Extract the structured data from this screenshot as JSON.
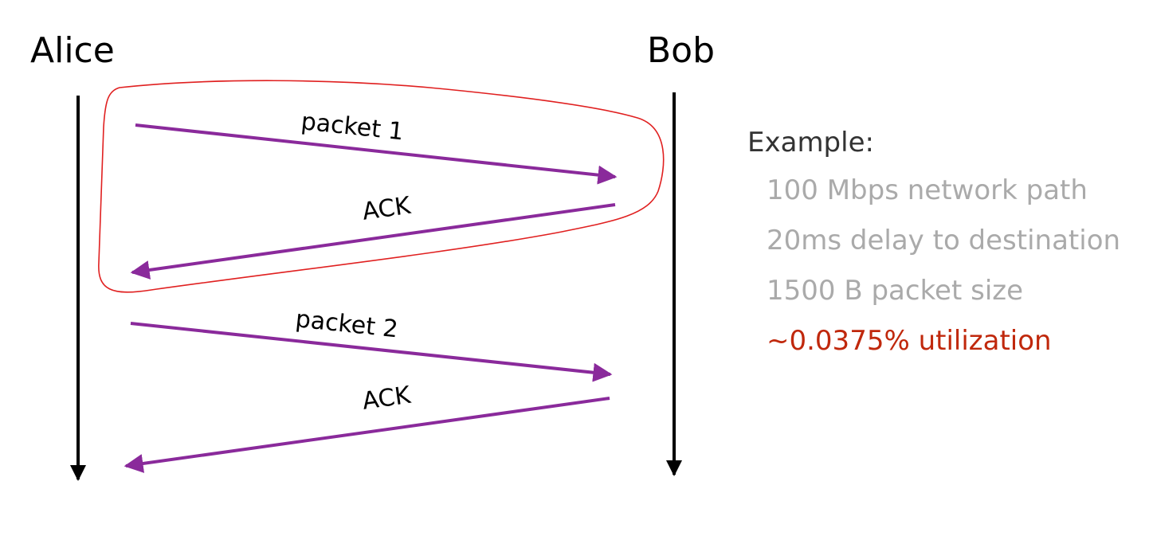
{
  "parties": {
    "left": "Alice",
    "right": "Bob"
  },
  "messages": [
    {
      "label": "packet 1",
      "direction": "Alice→Bob"
    },
    {
      "label": "ACK",
      "direction": "Bob→Alice"
    },
    {
      "label": "packet 2",
      "direction": "Alice→Bob"
    },
    {
      "label": "ACK",
      "direction": "Bob→Alice"
    }
  ],
  "example": {
    "title": "Example:",
    "lines": [
      "100 Mbps network path",
      "20ms delay to destination",
      "1500 B packet size"
    ],
    "result": "~0.0375% utilization"
  },
  "colors": {
    "arrow": "#8a2a9b",
    "timeline": "#000000",
    "highlight": "#e02020",
    "example_title": "#333333",
    "example_line": "#aaaaaa",
    "result": "#c0280c"
  }
}
